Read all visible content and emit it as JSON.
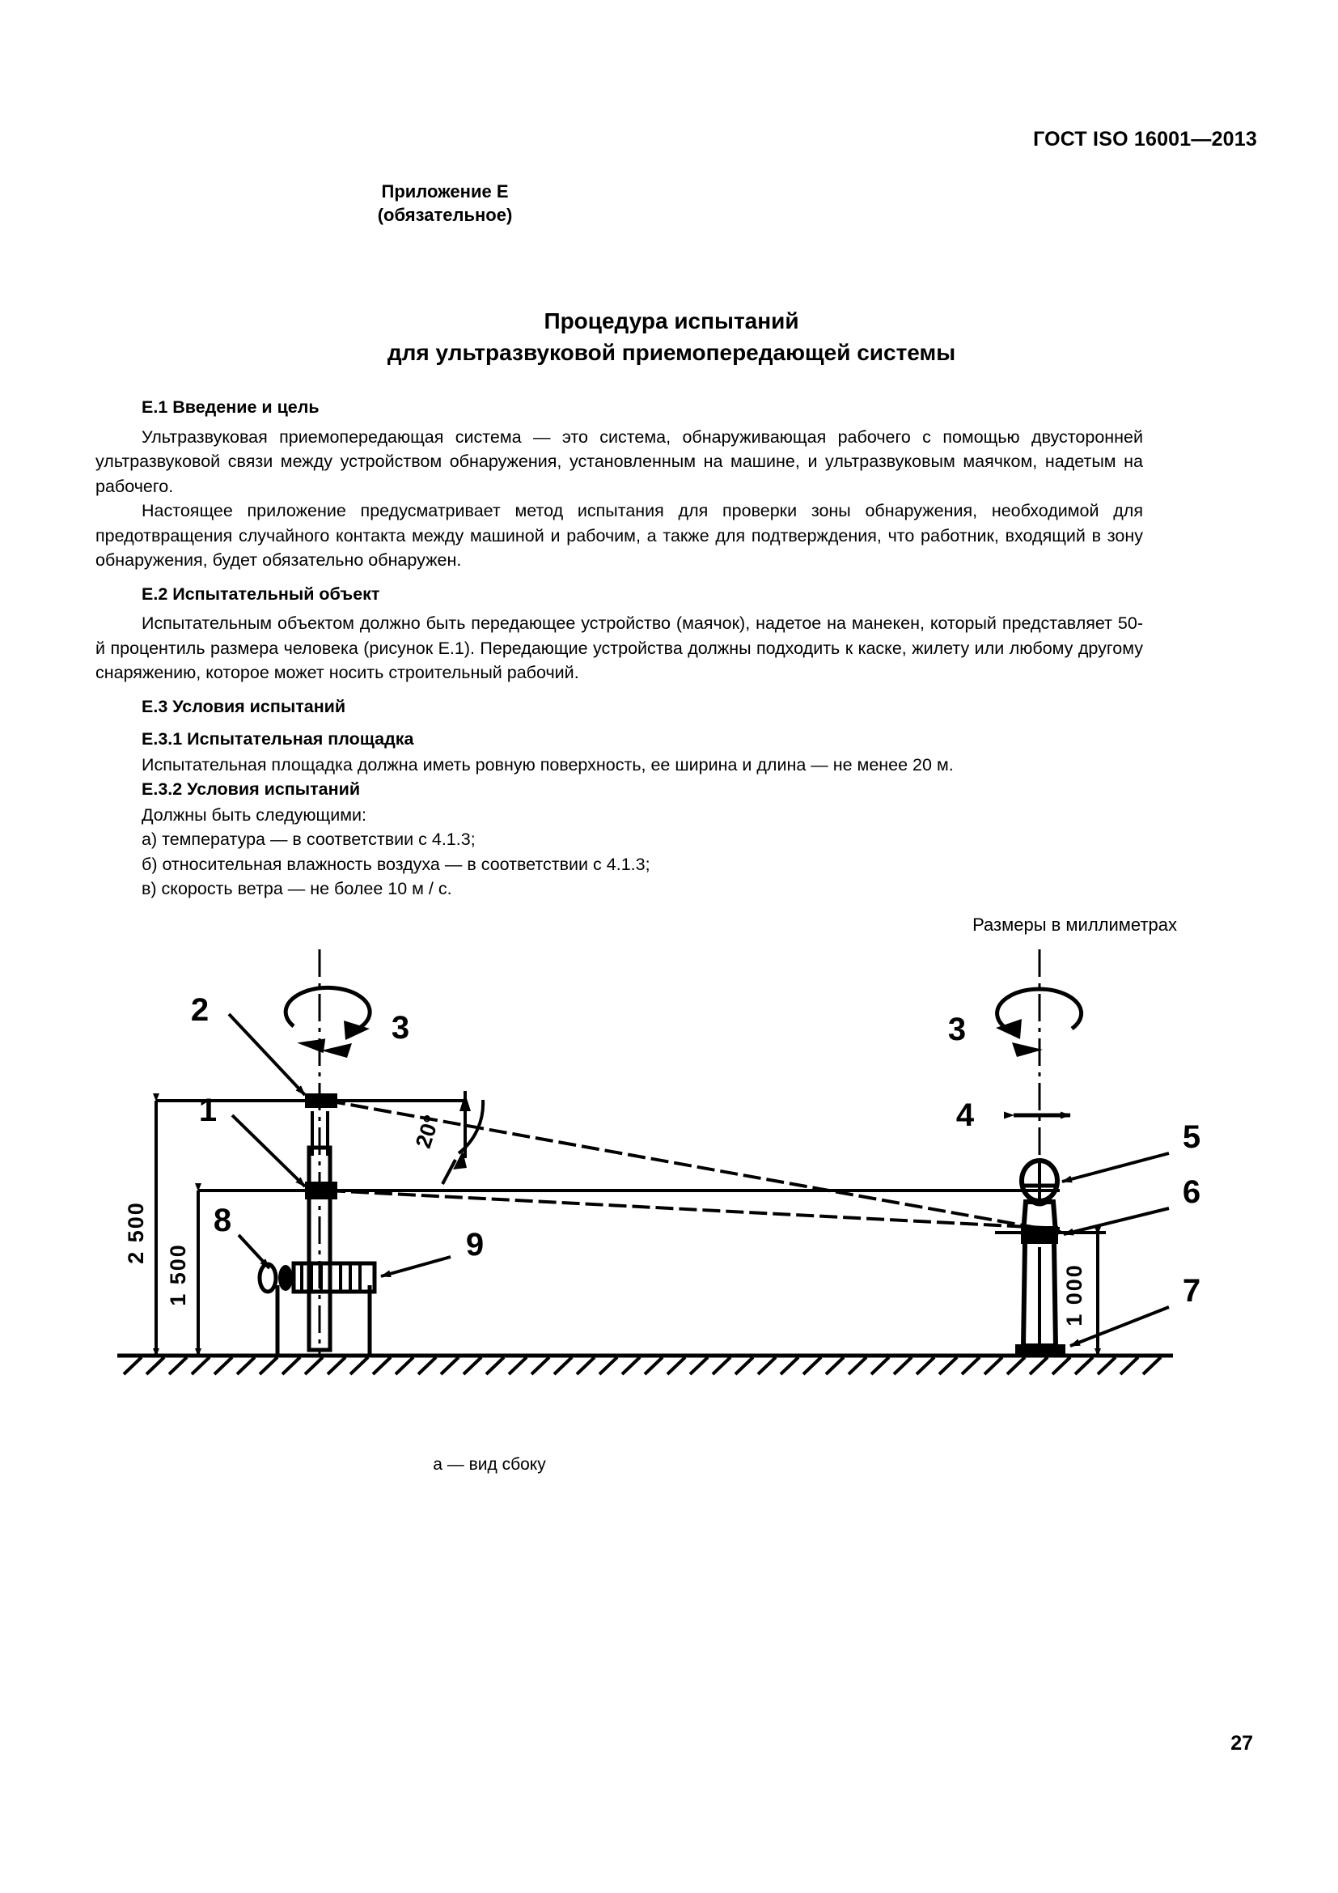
{
  "header": {
    "standard_id": "ГОСТ ISO 16001—2013"
  },
  "annex": {
    "title": "Приложение Е",
    "status": "(обязательное)"
  },
  "main_title": {
    "line1": "Процедура испытаний",
    "line2": "для ультразвуковой приемопередающей системы"
  },
  "sections": {
    "e1": {
      "heading": "Е.1 Введение и цель",
      "para1": "Ультразвуковая приемопередающая система — это система, обнаруживающая рабочего с помощью двусторонней ультразвуковой связи между устройством обнаружения, установленным на машине, и ультразвуковым маячком,  надетым на рабочего.",
      "para2": "Настоящее  приложение предусматривает метод испытания для проверки зоны обнаружения, необходимой для предотвращения случайного контакта между машиной и рабочим, а также для подтверждения, что работник, входящий в зону обнаружения, будет обязательно обнаружен."
    },
    "e2": {
      "heading": "Е.2 Испытательный объект",
      "para1": "Испытательным  объектом  должно  быть передающее  устройство  (маячок),  надетое  на  манекен,  который представляет 50-й  процентиль размера  человека  (рисунок Е.1). Передающие  устройства должны подходить к каске, жилету или любому другому снаряжению, которое может носить строительный рабочий."
    },
    "e3": {
      "heading": "Е.3 Условия испытаний",
      "e31": {
        "heading": "Е.3.1 Испытательная площадка",
        "text": "Испытательная площадка должна иметь ровную поверхность, ее ширина и длина — не менее 20 м."
      },
      "e32": {
        "heading": "Е.3.2 Условия испытаний",
        "intro": "Должны быть следующими:",
        "items": [
          "а) температура — в соответствии с 4.1.3;",
          "б) относительная влажность воздуха — в соответствии с 4.1.3;",
          "в) скорость ветра — не более 10 м / с."
        ]
      }
    }
  },
  "figure": {
    "units_note": "Размеры в миллиметрах",
    "caption": "а — вид сбоку",
    "callouts": {
      "c1": "1",
      "c2": "2",
      "c3_left": "3",
      "c3_right": "3",
      "c4": "4",
      "c5": "5",
      "c6": "6",
      "c7": "7",
      "c8": "8",
      "c9": "9"
    },
    "dimensions": {
      "height_total": "2 500",
      "height_mid": "1 500",
      "height_beacon": "1 000",
      "angle": "20°"
    }
  },
  "footer": {
    "page_number": "27"
  },
  "colors": {
    "ink": "#000000",
    "paper": "#ffffff"
  }
}
